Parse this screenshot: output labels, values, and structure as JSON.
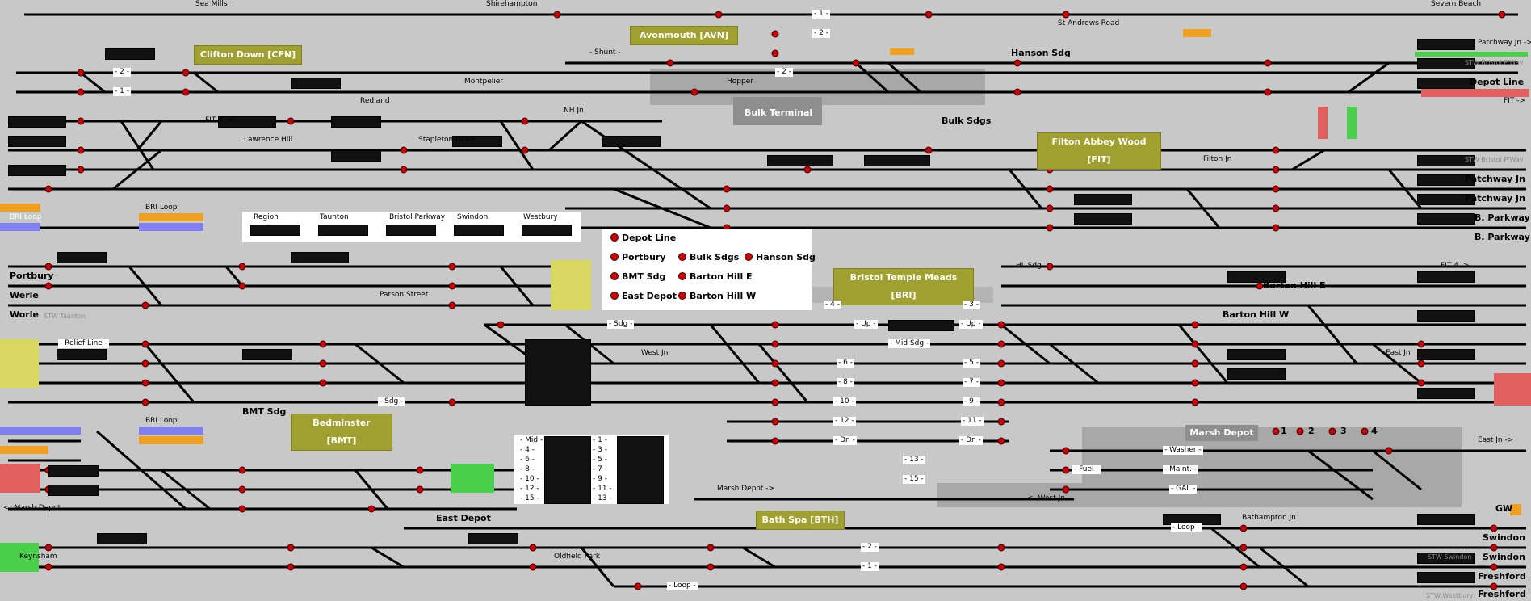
{
  "locations_top": [
    "Sea Mills",
    "Shirehampton",
    "Severn Beach",
    "St Andrews Road",
    "Hanson Sdg",
    "Montpelier",
    "Redland",
    "Hopper",
    "Bulk Sdgs",
    "NH Jn",
    "Lawrence Hill",
    "Stapleton Road",
    "Filton Jn",
    "Patchway Jn ->",
    "STW Bristol P'Way",
    "Depot Line",
    "FIT ->",
    "FIT 4 ->",
    "BRI Loop",
    "- Shunt -"
  ],
  "areas": {
    "cfn": "Clifton Down [CFN]",
    "avn": "Avonmouth [AVN]",
    "fit": "Filton Abbey Wood [FIT]",
    "bri": "Bristol Temple Meads [BRI]",
    "bmt": "Bedminster [BMT]",
    "bth": "Bath Spa [BTH]",
    "bulk": "Bulk Terminal",
    "marsh": "Marsh Depot"
  },
  "right_exits": [
    "Patchway Jn",
    "Patchway Jn",
    "B. Parkway",
    "B. Parkway",
    "GW",
    "Swindon",
    "Swindon",
    "Freshford",
    "Freshford"
  ],
  "right_exit_notes": [
    "STW Bristol P'Way",
    "STW Swindon",
    "STW Westbury"
  ],
  "left_exits": [
    "Portbury",
    "Werle",
    "Worle",
    "Keynsham",
    "<- Marsh Depot",
    "BRI Loop",
    "BRI Loop"
  ],
  "left_exit_notes": [
    "STW Taunton"
  ],
  "destination_panel": {
    "headers": [
      "Region",
      "Taunton",
      "Bristol Parkway",
      "Swindon",
      "Westbury"
    ]
  },
  "sidings_panel": {
    "items": [
      "Depot Line",
      "Portbury",
      "Bulk Sdgs",
      "Hanson Sdg",
      "BMT Sdg",
      "Barton Hill E",
      "East Depot",
      "Barton Hill W"
    ]
  },
  "platform_panel": {
    "left": [
      "- Mid -",
      "- 4 -",
      "- 6 -",
      "- 8 -",
      "- 10 -",
      "- 12 -",
      "- 15 -"
    ],
    "right": [
      "- 1 -",
      "- 3 -",
      "- 5 -",
      "- 7 -",
      "- 9 -",
      "- 11 -",
      "- 13 -"
    ]
  },
  "bri_lines": {
    "platform_labels": [
      "- 4 -",
      "- Up -",
      "- Up -",
      "- 3 -",
      "- 5 -",
      "- 6 -",
      "- 7 -",
      "- 8 -",
      "- 9 -",
      "- 10 -",
      "- 11 -",
      "- 12 -",
      "- 13 -",
      "- 15 -",
      "- Dn -",
      "- Dn -"
    ],
    "misc": [
      "HL Sdg -",
      "West Jn",
      "- Mid Sdg -",
      "- Sdg -",
      "East Jn",
      "Barton Hill E",
      "Barton Hill W",
      "FIT 4 ->",
      "Parson Street",
      "- Relief Line -",
      "BMT Sdg",
      "- Sdg -"
    ]
  },
  "marsh_depot": {
    "lines": [
      "- Washer -",
      "- Fuel -",
      "- Maint. -",
      "- GAL -"
    ],
    "bays": [
      "1",
      "2",
      "3",
      "4"
    ],
    "exits": [
      "Marsh Depot ->",
      "<- West Jn",
      "East Jn ->"
    ]
  },
  "bath": {
    "labels": [
      "- Loop -",
      "- Loop -",
      "Oldfield Park",
      "Bathampton Jn",
      "- 1 -",
      "- 2 -",
      "East Depot"
    ]
  },
  "avn_labels": [
    "- 1 -",
    "- 2 -",
    "- 1 -",
    "- 2 -",
    "- 1 -",
    "- 2 -"
  ],
  "cfn_labels": [
    "- 2 -",
    "- 1 -"
  ],
  "colors": {
    "bg": "#c8c8c8",
    "track": "#000000",
    "signal_red": "#cc0000",
    "area_label": "#a0a030",
    "exit_green": "#4ad04a",
    "exit_orange": "#f0a020",
    "exit_blue": "#8080f0",
    "exit_yellow": "#d8d860",
    "exit_red": "#e06060"
  }
}
